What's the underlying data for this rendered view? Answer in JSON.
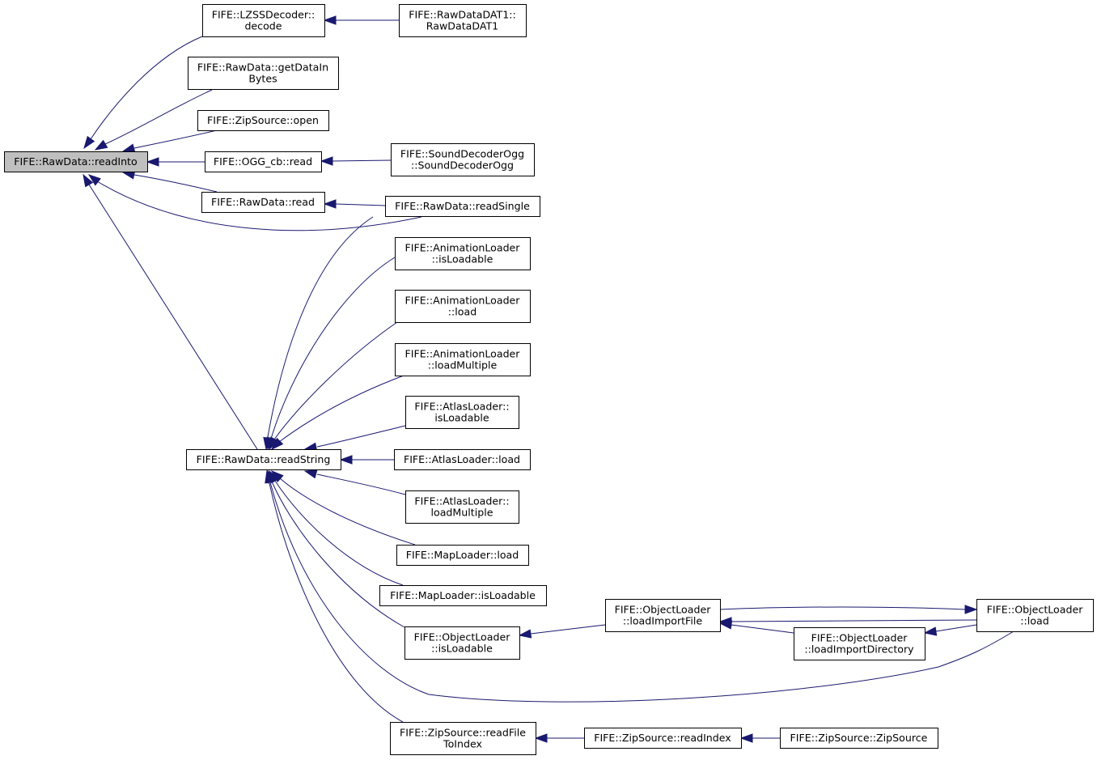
{
  "diagram": {
    "nodes": {
      "readInto": [
        "FIFE::RawData::readInto"
      ],
      "lzssDecode": [
        "FIFE::LZSSDecoder::",
        "decode"
      ],
      "rawDataDat1": [
        "FIFE::RawDataDAT1::",
        "RawDataDAT1"
      ],
      "getDataInBytes": [
        "FIFE::RawData::getDataIn",
        "Bytes"
      ],
      "zipOpen": [
        "FIFE::ZipSource::open"
      ],
      "oggRead": [
        "FIFE::OGG_cb::read"
      ],
      "soundDecoderOgg": [
        "FIFE::SoundDecoderOgg",
        "::SoundDecoderOgg"
      ],
      "rawRead": [
        "FIFE::RawData::read"
      ],
      "readSingle": [
        "FIFE::RawData::readSingle"
      ],
      "animIsLoadable": [
        "FIFE::AnimationLoader",
        "::isLoadable"
      ],
      "animLoad": [
        "FIFE::AnimationLoader",
        "::load"
      ],
      "animLoadMultiple": [
        "FIFE::AnimationLoader",
        "::loadMultiple"
      ],
      "atlasIsLoadable": [
        "FIFE::AtlasLoader::",
        "isLoadable"
      ],
      "readString": [
        "FIFE::RawData::readString"
      ],
      "atlasLoad": [
        "FIFE::AtlasLoader::load"
      ],
      "atlasLoadMultiple": [
        "FIFE::AtlasLoader::",
        "loadMultiple"
      ],
      "mapLoad": [
        "FIFE::MapLoader::load"
      ],
      "mapIsLoadable": [
        "FIFE::MapLoader::isLoadable"
      ],
      "objIsLoadable": [
        "FIFE::ObjectLoader",
        "::isLoadable"
      ],
      "objLoadImportFile": [
        "FIFE::ObjectLoader",
        "::loadImportFile"
      ],
      "objLoadImportDir": [
        "FIFE::ObjectLoader",
        "::loadImportDirectory"
      ],
      "objLoad": [
        "FIFE::ObjectLoader",
        "::load"
      ],
      "zipReadFileToIndex": [
        "FIFE::ZipSource::readFile",
        "ToIndex"
      ],
      "zipReadIndex": [
        "FIFE::ZipSource::readIndex"
      ],
      "zipSourceCtor": [
        "FIFE::ZipSource::ZipSource"
      ]
    },
    "edges": [
      {
        "from": "lzssDecode",
        "to": "readInto"
      },
      {
        "from": "rawDataDat1",
        "to": "lzssDecode"
      },
      {
        "from": "getDataInBytes",
        "to": "readInto"
      },
      {
        "from": "zipOpen",
        "to": "readInto"
      },
      {
        "from": "oggRead",
        "to": "readInto"
      },
      {
        "from": "soundDecoderOgg",
        "to": "oggRead"
      },
      {
        "from": "rawRead",
        "to": "readInto"
      },
      {
        "from": "readSingle",
        "to": "readInto"
      },
      {
        "from": "readSingle",
        "to": "rawRead"
      },
      {
        "from": "readString",
        "to": "readInto"
      },
      {
        "from": "readSingle",
        "to": "readString"
      },
      {
        "from": "animIsLoadable",
        "to": "readString"
      },
      {
        "from": "animLoad",
        "to": "readString"
      },
      {
        "from": "animLoadMultiple",
        "to": "readString"
      },
      {
        "from": "atlasIsLoadable",
        "to": "readString"
      },
      {
        "from": "atlasLoad",
        "to": "readString"
      },
      {
        "from": "atlasLoadMultiple",
        "to": "readString"
      },
      {
        "from": "mapLoad",
        "to": "readString"
      },
      {
        "from": "mapIsLoadable",
        "to": "readString"
      },
      {
        "from": "objIsLoadable",
        "to": "readString"
      },
      {
        "from": "objLoad",
        "to": "readString"
      },
      {
        "from": "zipReadFileToIndex",
        "to": "readString"
      },
      {
        "from": "objLoadImportFile",
        "to": "objIsLoadable"
      },
      {
        "from": "objLoad",
        "to": "objLoadImportFile"
      },
      {
        "from": "objLoadImportDir",
        "to": "objLoadImportFile"
      },
      {
        "from": "objLoadImportFile",
        "to": "objLoad"
      },
      {
        "from": "objLoad",
        "to": "objLoadImportDir"
      },
      {
        "from": "zipReadIndex",
        "to": "zipReadFileToIndex"
      },
      {
        "from": "zipSourceCtor",
        "to": "zipReadIndex"
      }
    ]
  }
}
